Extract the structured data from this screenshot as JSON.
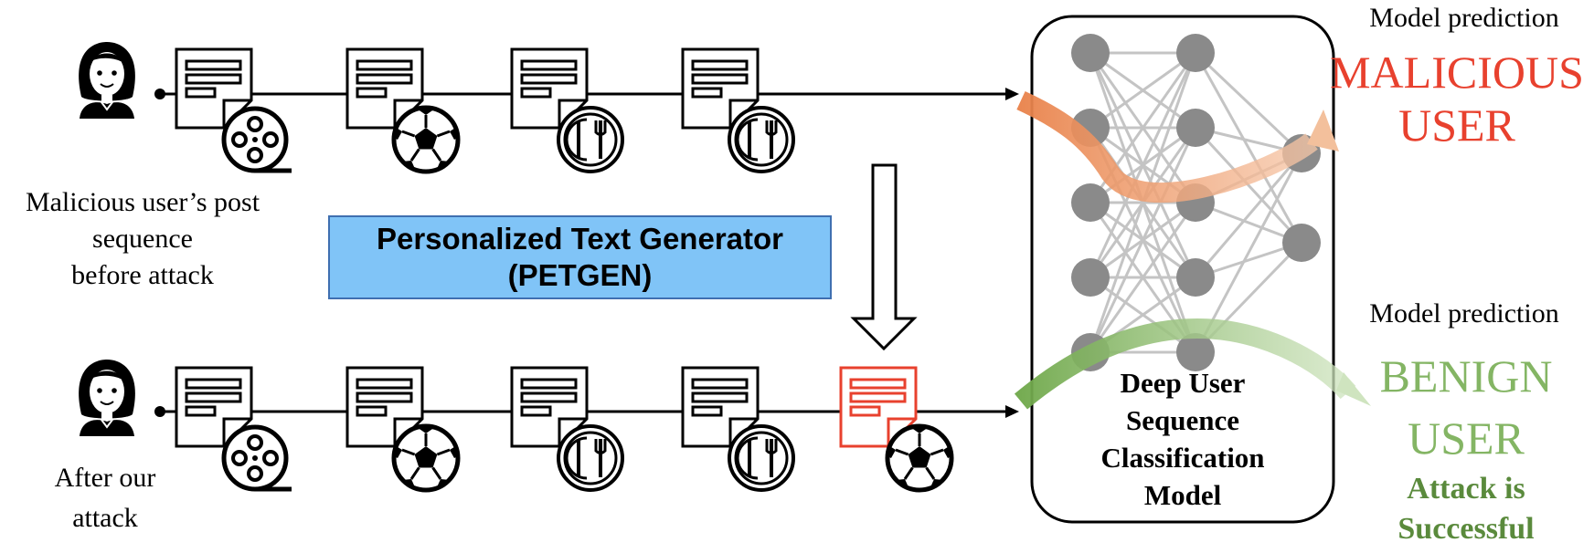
{
  "labels": {
    "before_caption_line1": "Malicious user’s post",
    "before_caption_line2": "sequence",
    "before_caption_line3": "before attack",
    "after_caption_line1": "After our",
    "after_caption_line2": "attack",
    "generator_line1": "Personalized Text Generator",
    "generator_line2": "(PETGEN)",
    "model_line1": "Deep User",
    "model_line2": "Sequence",
    "model_line3": "Classification",
    "model_line4": "Model",
    "top_prediction_title": "Model prediction",
    "top_prediction_line1": "MALICIOUS",
    "top_prediction_line2": "USER",
    "bottom_prediction_title": "Model prediction",
    "bottom_prediction_line1": "BENIGN",
    "bottom_prediction_line2": "USER",
    "result_line1": "Attack is",
    "result_line2": "Successful"
  },
  "sequences": {
    "before": [
      "film-reel-icon",
      "soccer-ball-icon",
      "dining-plate-icon",
      "dining-plate-icon"
    ],
    "after": [
      "film-reel-icon",
      "soccer-ball-icon",
      "dining-plate-icon",
      "dining-plate-icon",
      "soccer-ball-icon"
    ],
    "generated_post_index": 4
  },
  "network": {
    "layers": [
      5,
      5,
      2
    ]
  },
  "colors": {
    "malicious": "#e8412e",
    "benign": "#84b564",
    "success": "#5a8a3c",
    "generator_fill": "#80c4f7",
    "generator_border": "#3f6fb0",
    "generated_post": "#e8412e",
    "node": "#8a8a8a",
    "edge": "#c4c4c4",
    "orange_path": "#f0a070",
    "green_path": "#8fbf6a"
  }
}
